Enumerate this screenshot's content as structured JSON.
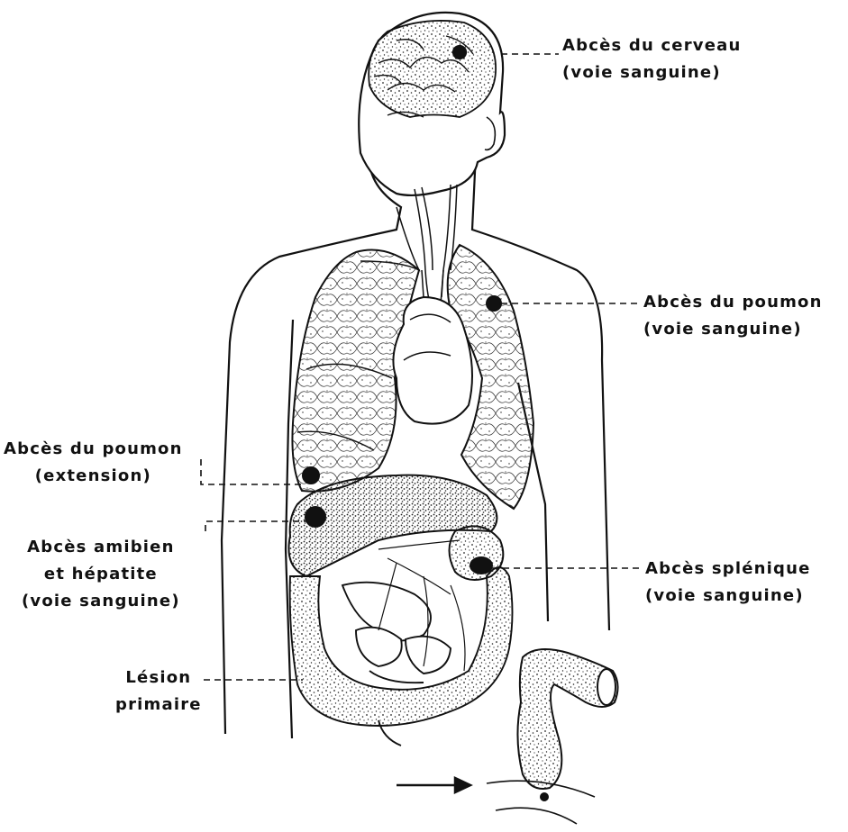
{
  "labels": {
    "brain": {
      "line1": "Abcès du cerveau",
      "line2": "(voie sanguine)"
    },
    "lung_right_side": {
      "line1": "Abcès du poumon",
      "line2": "(voie sanguine)"
    },
    "lung_extension": {
      "line1": "Abcès du poumon",
      "line2": "(extension)"
    },
    "liver": {
      "line1": "Abcès amibien",
      "line2": "et hépatite",
      "line3": "(voie sanguine)"
    },
    "spleen": {
      "line1": "Abcès splénique",
      "line2": "(voie sanguine)"
    },
    "primary": {
      "line1": "Lésion",
      "line2": "primaire"
    }
  },
  "colors": {
    "ink": "#111111",
    "paper": "#ffffff"
  }
}
